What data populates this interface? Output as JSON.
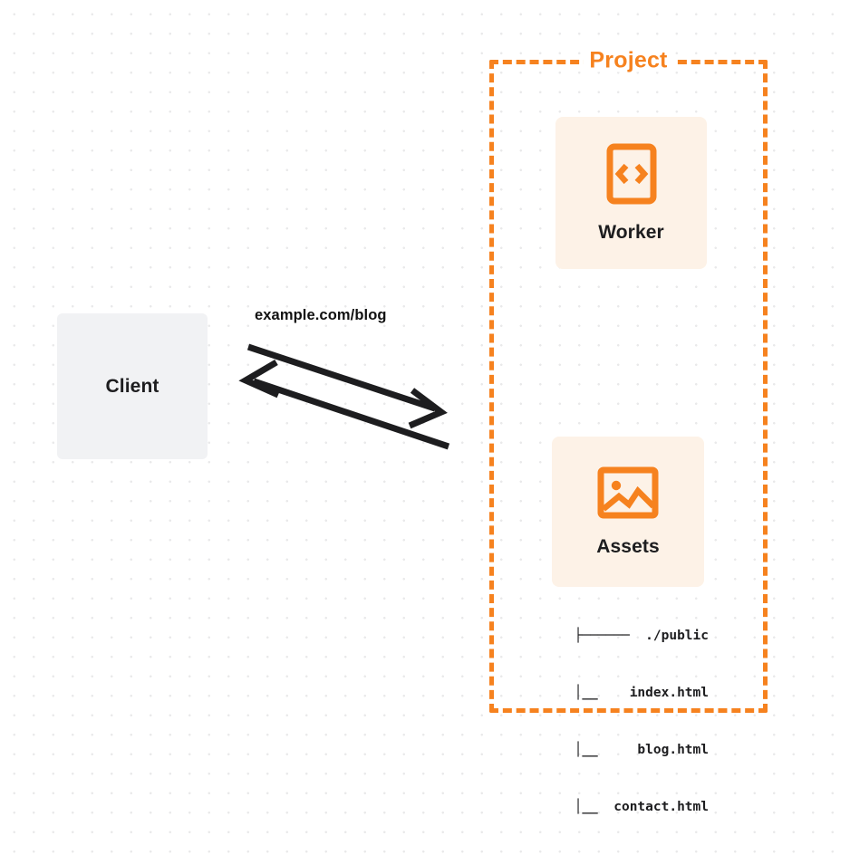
{
  "diagram": {
    "type": "architecture-flow",
    "background": {
      "style": "dot-grid",
      "dot_color": "#e9e9ea",
      "page_color": "#ffffff"
    },
    "colors": {
      "accent": "#f6821f",
      "card_fill": "#fdf2e7",
      "client_fill": "#f1f2f4",
      "text": "#1d1d1f",
      "arrow": "#1d1d1f"
    }
  },
  "client": {
    "label": "Client"
  },
  "connection": {
    "label": "example.com/blog",
    "request_direction": "client-to-project",
    "response_direction": "project-to-client"
  },
  "project": {
    "title": "Project",
    "nodes": [
      {
        "id": "worker",
        "label": "Worker",
        "icon": "code-file-icon"
      },
      {
        "id": "assets",
        "label": "Assets",
        "icon": "image-icon"
      }
    ]
  },
  "file_tree": {
    "rows": [
      {
        "connector": "├──────",
        "name": "./public"
      },
      {
        "connector": "│__",
        "name": "index.html"
      },
      {
        "connector": "│__",
        "name": "blog.html"
      },
      {
        "connector": "│__",
        "name": "contact.html"
      }
    ],
    "lines": [
      "├──────  ./public",
      "  │__    index.html",
      "  │__     blog.html",
      "  │__  contact.html"
    ]
  }
}
